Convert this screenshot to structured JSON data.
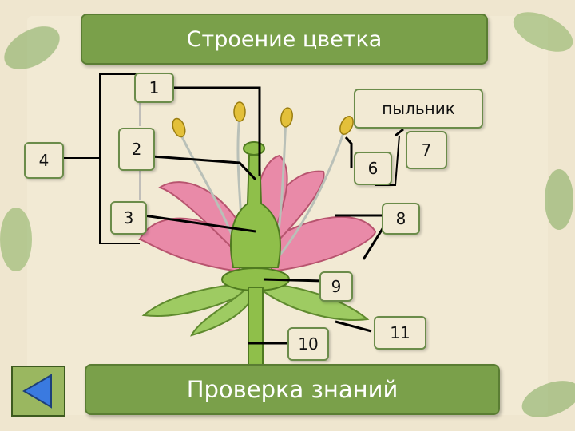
{
  "title": "Строение цветка",
  "labels": {
    "l1": "1",
    "l2": "2",
    "l3": "3",
    "l4": "4",
    "l6": "6",
    "l7": "7",
    "l8": "8",
    "l9": "9",
    "l10": "10",
    "l11": "11",
    "anther": "пыльник"
  },
  "check_button": "Проверка знаний",
  "colors": {
    "title_bg": "#7aa04a",
    "petal": "#e98aa8",
    "stem": "#8fbf4a",
    "anther": "#e3c03a"
  },
  "icons": {
    "back": "left-triangle-icon"
  }
}
